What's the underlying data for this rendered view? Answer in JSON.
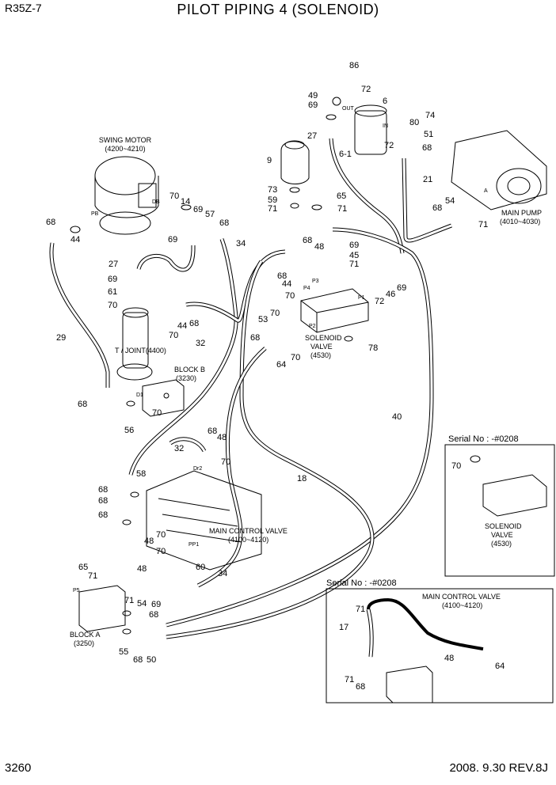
{
  "header": {
    "model": "R35Z-7",
    "title": "PILOT PIPING 4 (SOLENOID)"
  },
  "footer": {
    "page_number": "3260",
    "revision": "2008. 9.30  REV.8J"
  },
  "component_labels": [
    "SWING MOTOR",
    "(4200~4210)",
    "T / JOINT(4400)",
    "BLOCK B",
    "(3230)",
    "SOLENOID",
    "VALVE",
    "(4530)",
    "MAIN PUMP",
    "(4010~4030)",
    "MAIN CONTROL VALVE",
    "(4100~4120)",
    "BLOCK A",
    "(3250)"
  ],
  "port_labels": [
    "DB",
    "PB",
    "D1",
    "Dr2",
    "P4",
    "P3",
    "P2",
    "P1",
    "PP1",
    "P5",
    "OUT",
    "IN",
    "A"
  ],
  "part_numbers": [
    "86",
    "72",
    "49",
    "69",
    "6",
    "74",
    "80",
    "51",
    "72",
    "68",
    "27",
    "6-1",
    "21",
    "9",
    "73",
    "59",
    "71",
    "65",
    "71",
    "54",
    "68",
    "71",
    "70",
    "14",
    "69",
    "57",
    "68",
    "68",
    "44",
    "69",
    "34",
    "68",
    "48",
    "69",
    "45",
    "71",
    "27",
    "69",
    "61",
    "70",
    "68",
    "44",
    "70",
    "46",
    "72",
    "69",
    "53",
    "70",
    "68",
    "64",
    "70",
    "78",
    "70",
    "44",
    "68",
    "29",
    "32",
    "68",
    "70",
    "56",
    "40",
    "32",
    "68",
    "48",
    "70",
    "68",
    "58",
    "68",
    "18",
    "68",
    "48",
    "70",
    "70",
    "60",
    "48",
    "34",
    "65",
    "71",
    "71",
    "54",
    "69",
    "68",
    "17",
    "71",
    "55",
    "68",
    "50",
    "71",
    "68",
    "48",
    "64",
    "70"
  ],
  "inset_top": {
    "caption": "Serial No : -#0208",
    "labels": [
      "SOLENOID",
      "VALVE",
      "(4530)"
    ]
  },
  "inset_bottom": {
    "caption": "Serial No : -#0208",
    "labels": [
      "MAIN CONTROL VALVE",
      "(4100~4120)"
    ]
  }
}
